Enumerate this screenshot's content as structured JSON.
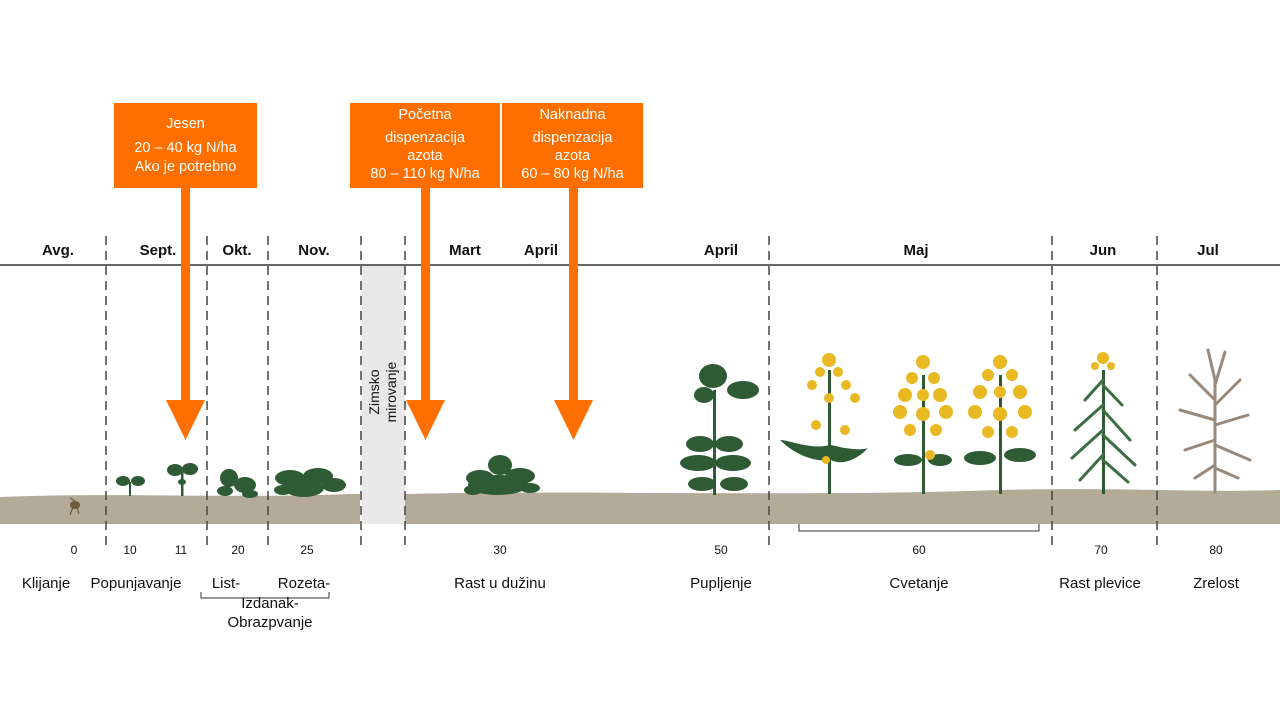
{
  "boxes": [
    {
      "lines": [
        "Jesen",
        "20 – 40 kg N/ha",
        "Ako je potrebno"
      ]
    },
    {
      "lines": [
        "Početna",
        "",
        "dispenzacija",
        "azota",
        "80 – 110 kg N/ha"
      ]
    },
    {
      "lines": [
        "Naknadna",
        "",
        "dispenzacija",
        "azota",
        "60 – 80 kg N/ha"
      ]
    }
  ],
  "months": [
    "Avg.",
    "Sept.",
    "Okt.",
    "Nov.",
    "Mart",
    "April",
    "April",
    "Maj",
    "Jun",
    "Jul"
  ],
  "winter_label": [
    "Zimsko",
    "mirovanje"
  ],
  "codes": [
    "0",
    "10",
    "11",
    "20",
    "25",
    "30",
    "50",
    "60",
    "70",
    "80"
  ],
  "stages": [
    "Klijanje",
    "Popunjavanje",
    "List-",
    "Rozeta-",
    "Izdanak-",
    "Obrazpvanje",
    "Rast u dužinu",
    "Pupljenje",
    "Cvetanje",
    "Rast plevice",
    "Zrelost"
  ],
  "colors": {
    "orange": "#ff6f00",
    "soil": "#b3aa98",
    "leaf": "#2e5b34",
    "flower": "#e8b923",
    "dry": "#9a8878"
  }
}
